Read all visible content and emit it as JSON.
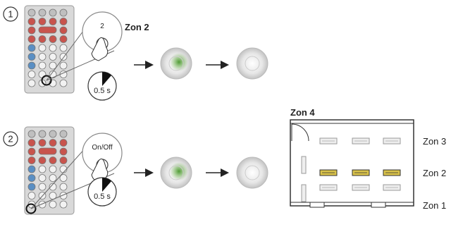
{
  "steps": [
    {
      "number": "1",
      "zoom_label": "2",
      "zone_label": "Zon 2",
      "timer_label": "0.5 s"
    },
    {
      "number": "2",
      "zoom_label": "On/Off",
      "timer_label": "0.5 s"
    }
  ],
  "floorplan": {
    "top_label": "Zon 4",
    "zones": [
      {
        "label": "Zon 3",
        "color": "#222222",
        "highlighted": false
      },
      {
        "label": "Zon 2",
        "color": "#c0262d",
        "highlighted": true
      },
      {
        "label": "Zon 1",
        "color": "#222222",
        "highlighted": false
      }
    ]
  },
  "colors": {
    "remote_red": "#c8544d",
    "remote_blue": "#5a8fc4",
    "remote_body": "#d9d9d9",
    "sensor_green": "#6fb24a",
    "fixture_highlight": "#d9c24a",
    "zone_highlight_text": "#c0262d"
  }
}
